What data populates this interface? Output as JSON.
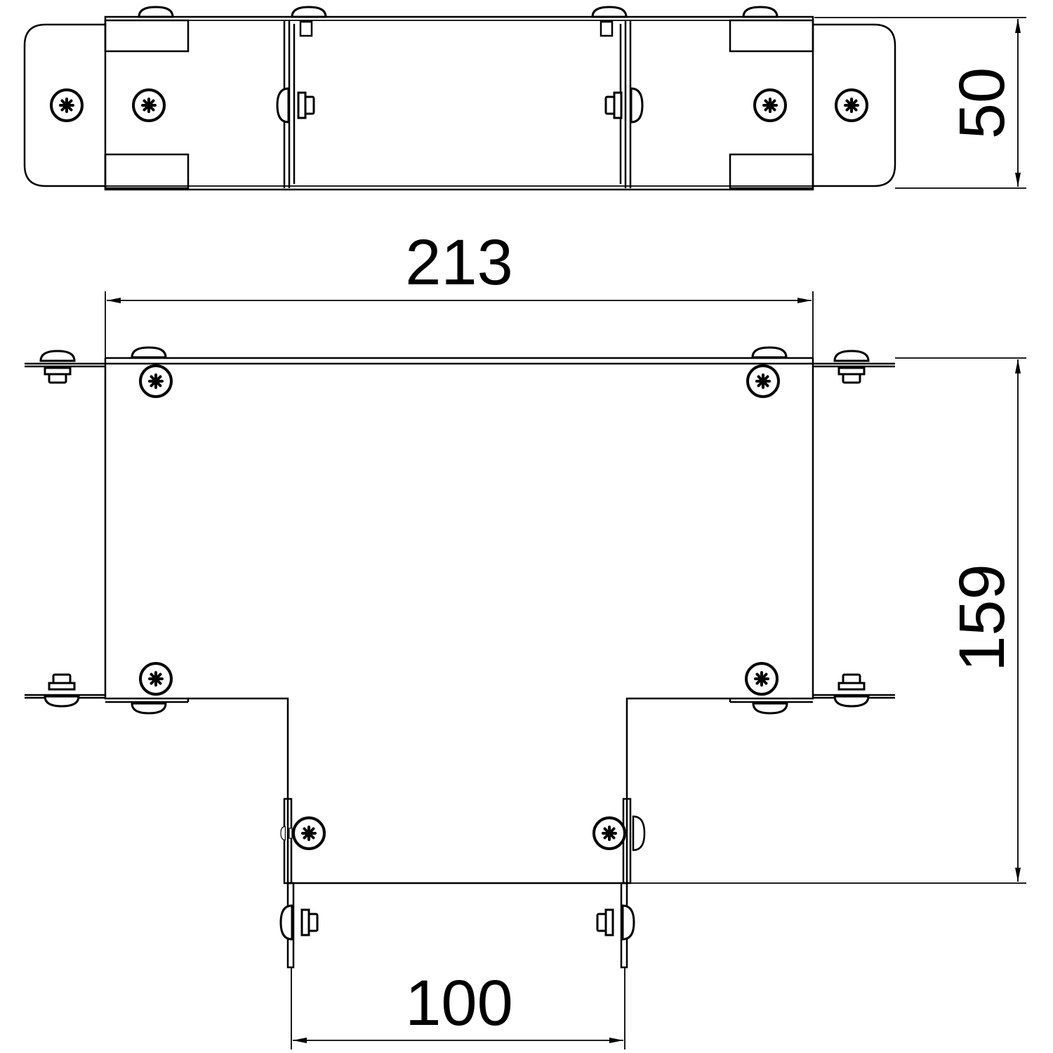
{
  "drawing": {
    "top_view": {
      "height_dimension": "50"
    },
    "plan_view": {
      "width_dimension": "213",
      "depth_dimension": "159",
      "branch_width_dimension": "100"
    },
    "colors": {
      "line": "#000000",
      "background": "#ffffff"
    }
  }
}
